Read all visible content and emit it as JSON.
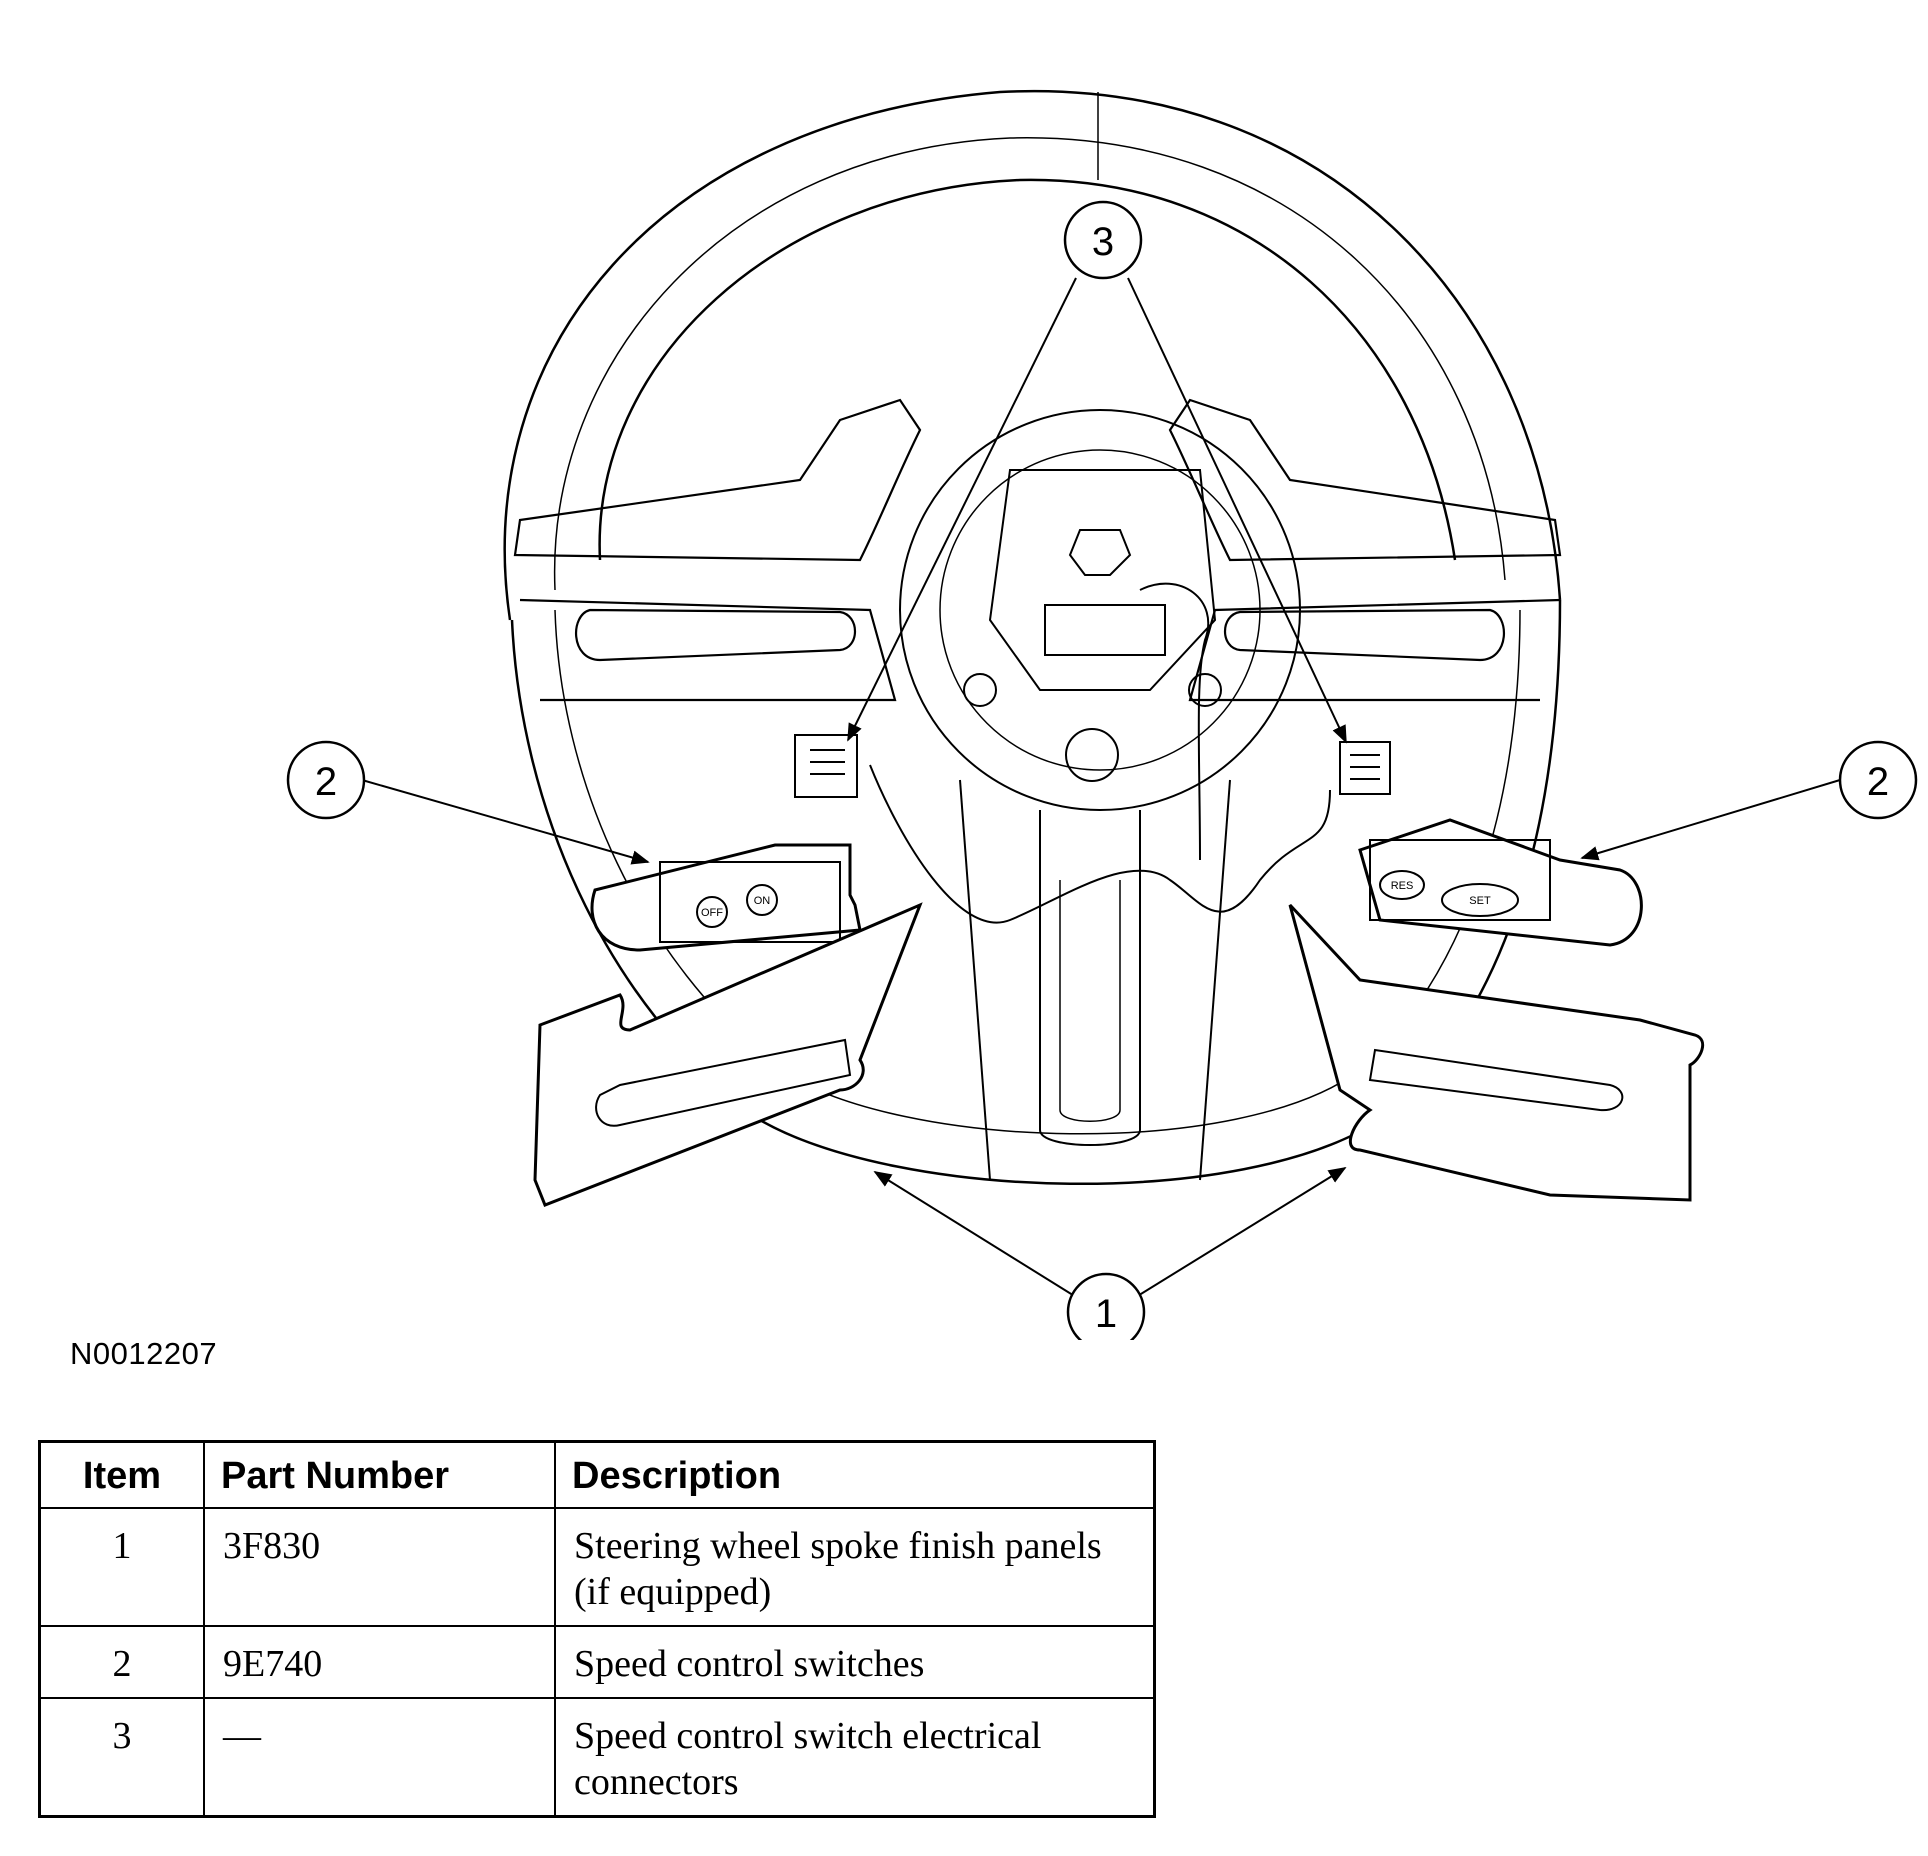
{
  "figure": {
    "id_label": "N0012207",
    "callouts": {
      "finish_panels": "1",
      "switches": "2",
      "connectors": "3"
    },
    "switch_buttons": {
      "left": [
        "OFF",
        "ON"
      ],
      "right": [
        "RES",
        "SET"
      ]
    }
  },
  "table": {
    "headers": {
      "item": "Item",
      "part_number": "Part Number",
      "description": "Description"
    },
    "rows": [
      {
        "item": "1",
        "part_number": "3F830",
        "description": "Steering wheel spoke finish panels (if equipped)"
      },
      {
        "item": "2",
        "part_number": "9E740",
        "description": "Speed control switches"
      },
      {
        "item": "3",
        "part_number": "—",
        "description": "Speed control switch electrical connectors"
      }
    ]
  }
}
